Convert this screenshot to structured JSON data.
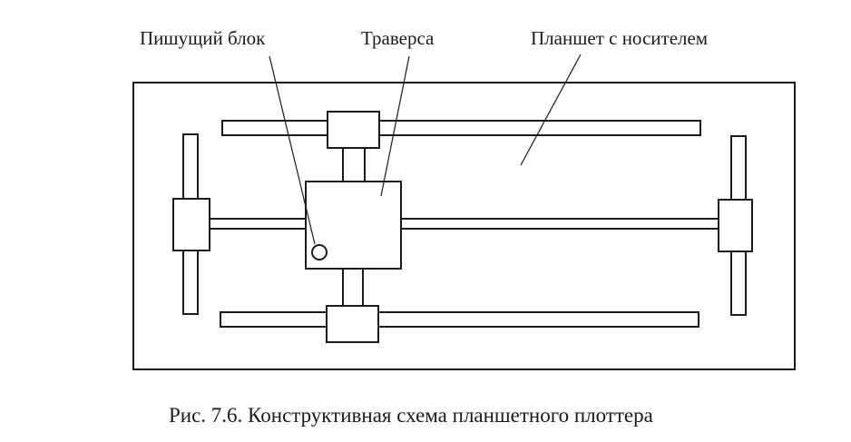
{
  "labels": {
    "pen_block": "Пишущий блок",
    "traverse": "Траверса",
    "tablet": "Планшет с носителем"
  },
  "caption": "Рис. 7.6. Конструктивная схема планшетного плоттера",
  "colors": {
    "line": "#1a1a1a",
    "background": "#ffffff"
  }
}
